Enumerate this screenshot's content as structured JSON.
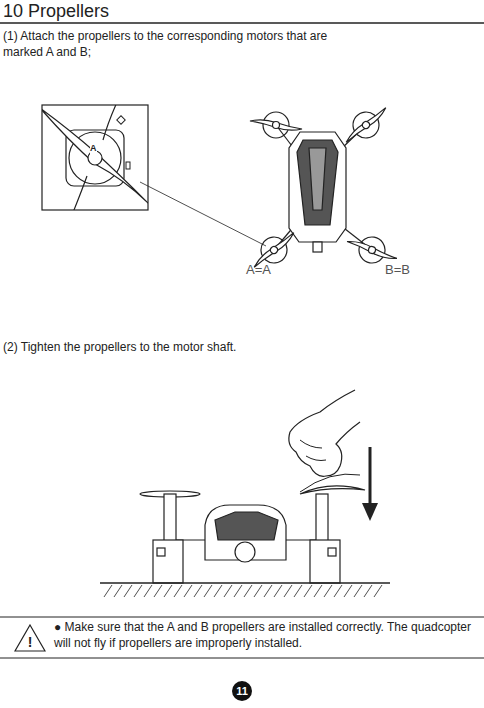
{
  "diagram": {
    "title": "10 Propellers",
    "nodes": [
      {
        "text": [
          "!"
        ]
      },
      {
        "text": [
          "11"
        ]
      }
    ],
    "labels": [
      "(1) Attach the propellers to the corresponding motors that are marked A and B;",
      "A",
      "A=A",
      "B=B",
      "(2) Tighten the propellers to the motor shaft.",
      "● Make sure that the A and B propellers are installed correctly. The quadcopter will not fly if propellers are improperly installed."
    ]
  }
}
